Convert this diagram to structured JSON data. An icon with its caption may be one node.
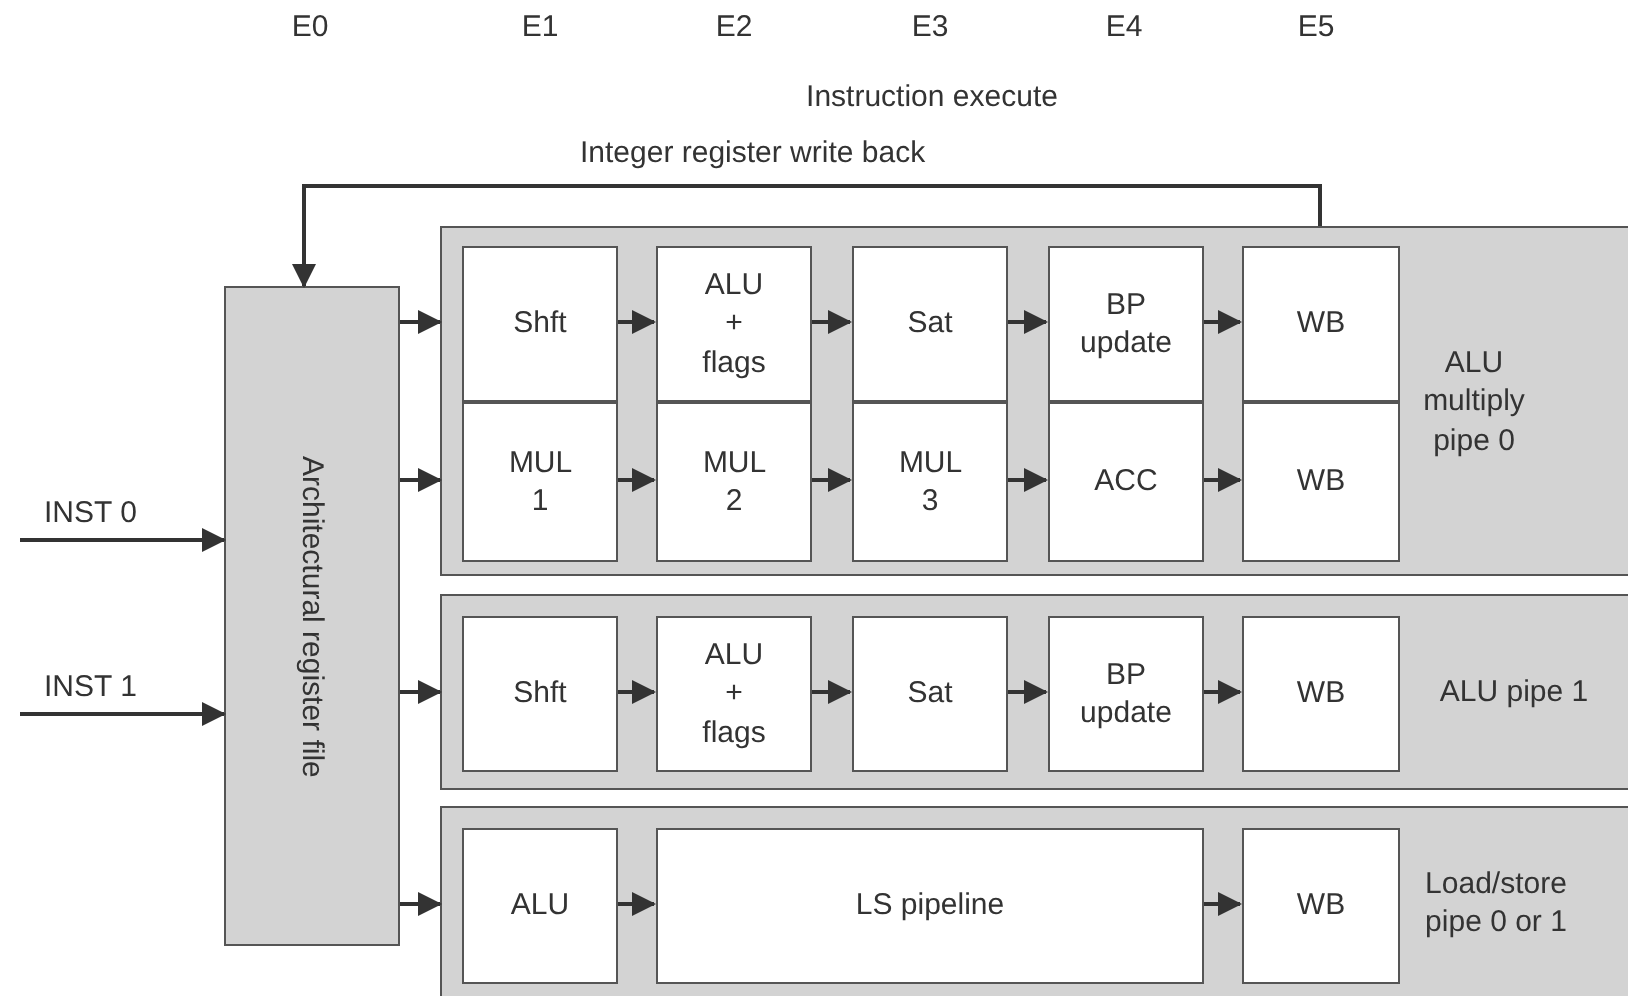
{
  "diagram": {
    "nodes": [
      {
        "text": [
          "Architectural register file"
        ]
      },
      {
        "text": [
          "ALU multiply pipe 0"
        ]
      },
      {
        "text": [
          "Shft"
        ],
        "in": 1
      },
      {
        "text": [
          "ALU + flags"
        ],
        "in": 1
      },
      {
        "text": [
          "Sat"
        ],
        "in": 1
      },
      {
        "text": [
          "BP update"
        ],
        "in": 1
      },
      {
        "text": [
          "WB"
        ],
        "in": 1
      },
      {
        "text": [
          "MUL 1"
        ],
        "in": 1
      },
      {
        "text": [
          "MUL 2"
        ],
        "in": 1
      },
      {
        "text": [
          "MUL 3"
        ],
        "in": 1
      },
      {
        "text": [
          "ACC"
        ],
        "in": 1
      },
      {
        "text": [
          "WB"
        ],
        "in": 1
      },
      {
        "text": [
          "ALU pipe 1"
        ]
      },
      {
        "text": [
          "Shft"
        ],
        "in": 12
      },
      {
        "text": [
          "ALU + flags"
        ],
        "in": 12
      },
      {
        "text": [
          "Sat"
        ],
        "in": 12
      },
      {
        "text": [
          "BP update"
        ],
        "in": 12
      },
      {
        "text": [
          "WB"
        ],
        "in": 12
      },
      {
        "text": [
          "Load/store pipe 0 or 1"
        ]
      },
      {
        "text": [
          "ALU"
        ],
        "in": 18
      },
      {
        "text": [
          "LS pipeline"
        ],
        "in": 18
      },
      {
        "text": [
          "WB"
        ],
        "in": 18
      }
    ],
    "edges": [
      {
        "from": 0,
        "to": 1,
        "arrow": "to"
      },
      {
        "from": 0,
        "to": 1,
        "arrow": "to"
      },
      {
        "from": 0,
        "to": 12,
        "arrow": "to"
      },
      {
        "from": 0,
        "to": 18,
        "arrow": "to"
      },
      {
        "from": 2,
        "to": 3,
        "arrow": "to"
      },
      {
        "from": 3,
        "to": 4,
        "arrow": "to"
      },
      {
        "from": 4,
        "to": 5,
        "arrow": "to"
      },
      {
        "from": 5,
        "to": 6,
        "arrow": "to"
      },
      {
        "from": 7,
        "to": 8,
        "arrow": "to"
      },
      {
        "from": 8,
        "to": 9,
        "arrow": "to"
      },
      {
        "from": 9,
        "to": 10,
        "arrow": "to"
      },
      {
        "from": 10,
        "to": 11,
        "arrow": "to"
      },
      {
        "from": 13,
        "to": 14,
        "arrow": "to"
      },
      {
        "from": 14,
        "to": 15,
        "arrow": "to"
      },
      {
        "from": 15,
        "to": 16,
        "arrow": "to"
      },
      {
        "from": 16,
        "to": 17,
        "arrow": "to"
      },
      {
        "from": 19,
        "to": 20,
        "arrow": "to"
      },
      {
        "from": 20,
        "to": 21,
        "arrow": "to"
      },
      {
        "from": null,
        "to": 0,
        "arrow": "to",
        "label": "INST 0"
      },
      {
        "from": null,
        "to": 0,
        "arrow": "to",
        "label": "INST 1"
      },
      {
        "from": 1,
        "to": 0,
        "arrow": "to",
        "label": "Integer register write back"
      }
    ],
    "labels": [
      "E0",
      "E1",
      "E2",
      "E3",
      "E4",
      "E5",
      "Instruction execute"
    ]
  }
}
